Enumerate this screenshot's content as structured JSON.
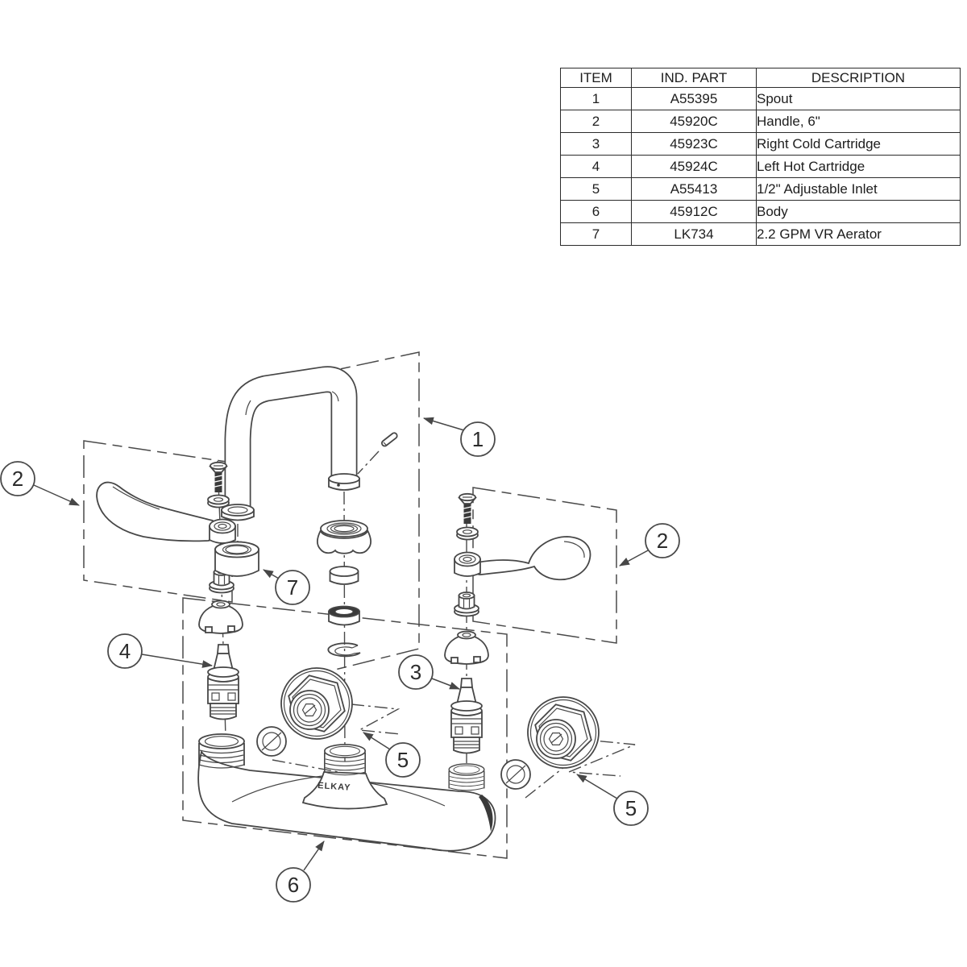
{
  "colors": {
    "background": "#ffffff",
    "line": "#474747",
    "dark_fill": "#3a3a3a",
    "table_border": "#2b2b2b",
    "text": "#1d1d1d"
  },
  "parts_table": {
    "columns": [
      "ITEM",
      "IND. PART",
      "DESCRIPTION"
    ],
    "rows": [
      {
        "item": "1",
        "part": "A55395",
        "description": "Spout"
      },
      {
        "item": "2",
        "part": "45920C",
        "description": "Handle, 6\""
      },
      {
        "item": "3",
        "part": "45923C",
        "description": "Right Cold Cartridge"
      },
      {
        "item": "4",
        "part": "45924C",
        "description": "Left Hot Cartridge"
      },
      {
        "item": "5",
        "part": "A55413",
        "description": "1/2\" Adjustable Inlet"
      },
      {
        "item": "6",
        "part": "45912C",
        "description": "Body"
      },
      {
        "item": "7",
        "part": "LK734",
        "description": "2.2 GPM VR Aerator"
      }
    ]
  },
  "diagram": {
    "body_brand_label": "ELKAY",
    "callouts": [
      {
        "label": "2"
      },
      {
        "label": "1"
      },
      {
        "label": "2"
      },
      {
        "label": "7"
      },
      {
        "label": "4"
      },
      {
        "label": "3"
      },
      {
        "label": "5"
      },
      {
        "label": "5"
      },
      {
        "label": "6"
      }
    ]
  }
}
